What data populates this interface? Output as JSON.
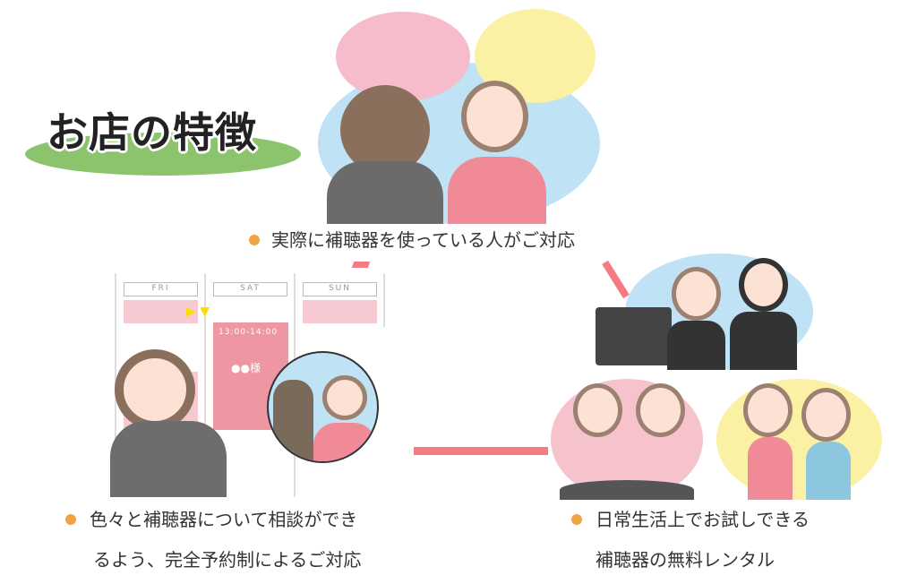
{
  "title": "お店の特徴",
  "features": [
    {
      "text": "実際に補聴器を使っている人がご対応"
    },
    {
      "line1": "色々と補聴器について相談ができ",
      "line2": "るよう、完全予約制によるご対応"
    },
    {
      "line1": "日常生活上でお試しできる",
      "line2": "補聴器の無料レンタル"
    }
  ],
  "calendar": {
    "days": [
      "FRI",
      "SAT",
      "SUN"
    ],
    "appointment_time": "13:00-14:00",
    "appointment_name": "●●様"
  },
  "colors": {
    "accent_line": "#f47b82",
    "bullet": "#f0a545",
    "title_bg": "#8cc46d"
  }
}
